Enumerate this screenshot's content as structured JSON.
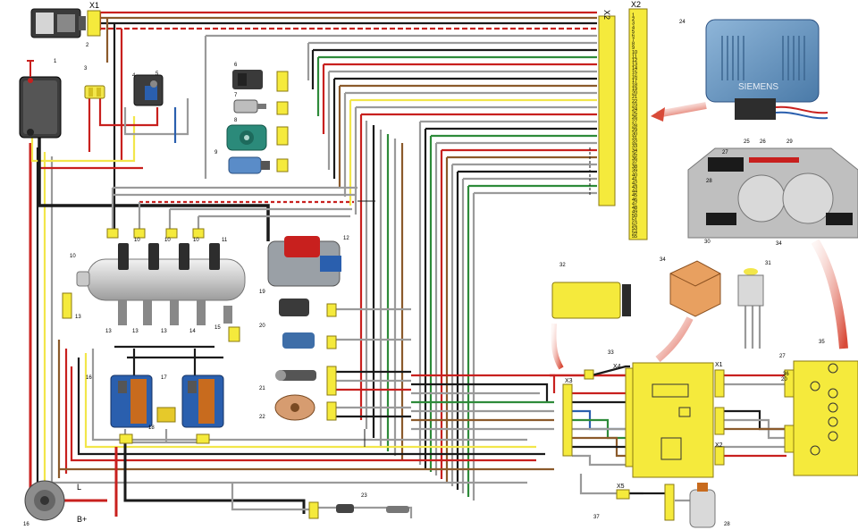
{
  "connectors": {
    "x1_top": "X1",
    "x2_left": "X2",
    "x2_right": "X2",
    "x1": "X1",
    "x2": "X2",
    "x3": "X3",
    "x4": "X4",
    "x5": "X5"
  },
  "ecu": {
    "brand": "SIEMENS"
  },
  "terminals": {
    "l": "L",
    "b_plus": "B+"
  },
  "callouts": [
    "1",
    "2",
    "3",
    "4",
    "5",
    "6",
    "7",
    "8",
    "9",
    "10",
    "10",
    "10",
    "10",
    "11",
    "12",
    "13",
    "13",
    "13",
    "13",
    "14",
    "15",
    "16",
    "16",
    "17",
    "18",
    "19",
    "20",
    "21",
    "22",
    "23",
    "24",
    "25",
    "26",
    "27",
    "28",
    "29",
    "30",
    "31",
    "32",
    "33",
    "34",
    "35",
    "36",
    "37",
    "28",
    "20",
    "34",
    "27"
  ],
  "x2_right_pins": [
    "1",
    "2",
    "3",
    "4",
    "5",
    "6",
    "7",
    "8",
    "9",
    "10",
    "11",
    "12",
    "13",
    "14",
    "15",
    "16",
    "17",
    "18",
    "19",
    "20",
    "21",
    "22",
    "23",
    "24",
    "25",
    "26",
    "27",
    "28",
    "29",
    "30",
    "31",
    "32",
    "33",
    "34",
    "35",
    "36",
    "37",
    "38",
    "39",
    "40",
    "41",
    "42",
    "43",
    "44",
    "45",
    "46",
    "47",
    "48",
    "49",
    "50",
    "51",
    "52",
    "53",
    "54",
    "55"
  ],
  "colors": {
    "red": "#c8201e",
    "black": "#1a1a1a",
    "yellow": "#f2e64a",
    "green": "#2e8b3a",
    "gray": "#9a9a9a",
    "brown": "#8b5a2b",
    "blue": "#2a5fae",
    "orange": "#d98a2a",
    "connector_fill": "#f5ea3c"
  }
}
